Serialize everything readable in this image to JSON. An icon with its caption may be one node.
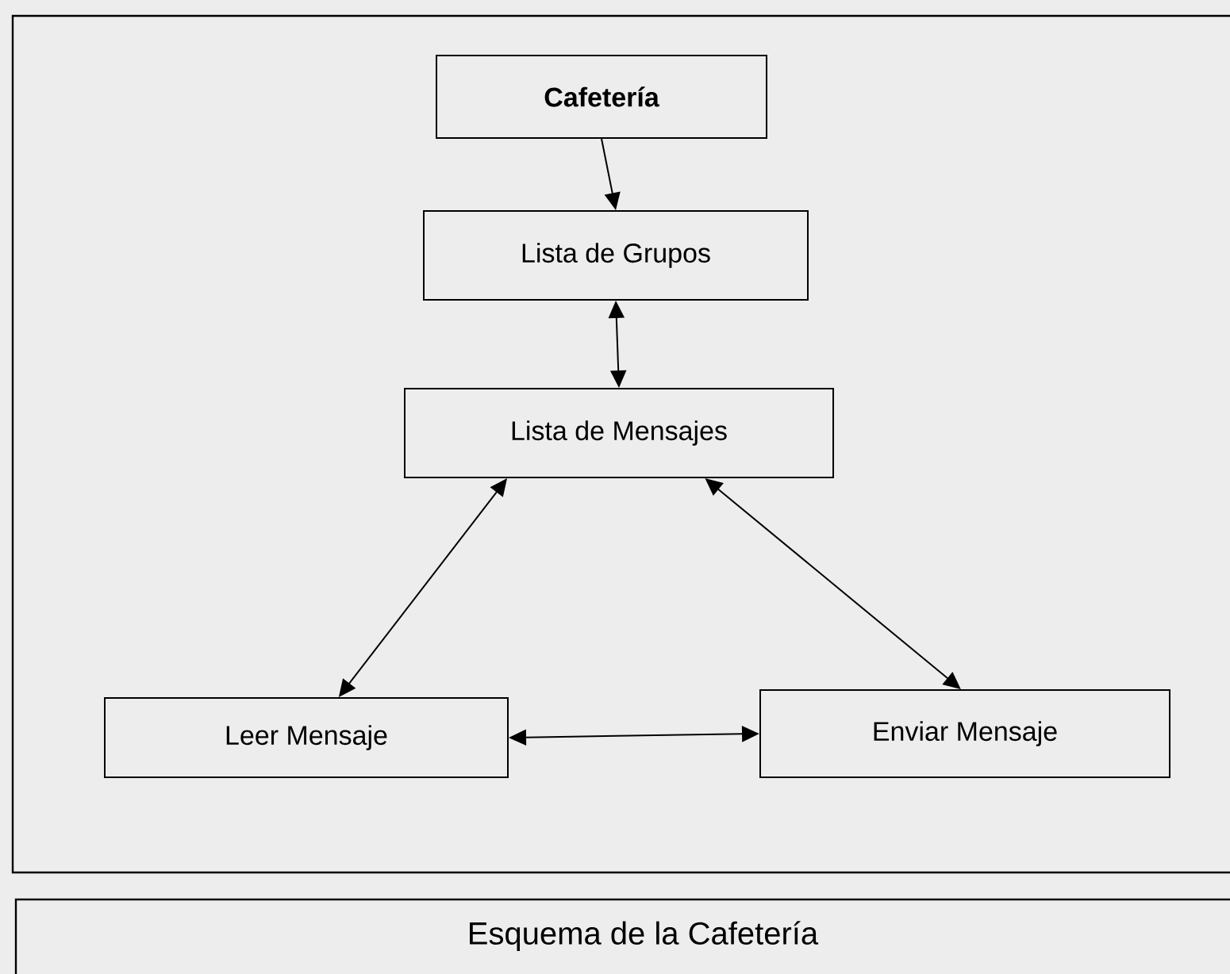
{
  "diagram": {
    "caption": "Esquema de la Cafetería",
    "nodes": [
      {
        "text": [
          "Cafetería"
        ]
      },
      {
        "text": [
          "Lista de Grupos"
        ]
      },
      {
        "text": [
          "Lista de Mensajes"
        ]
      },
      {
        "text": [
          "Leer Mensaje"
        ]
      },
      {
        "text": [
          "Enviar Mensaje"
        ]
      }
    ],
    "edges": [
      {
        "from": 0,
        "to": 1,
        "arrow": "to"
      },
      {
        "from": 1,
        "to": 2,
        "arrow": "both"
      },
      {
        "from": 2,
        "to": 3,
        "arrow": "both"
      },
      {
        "from": 2,
        "to": 4,
        "arrow": "both"
      },
      {
        "from": 3,
        "to": 4,
        "arrow": "both"
      }
    ]
  }
}
